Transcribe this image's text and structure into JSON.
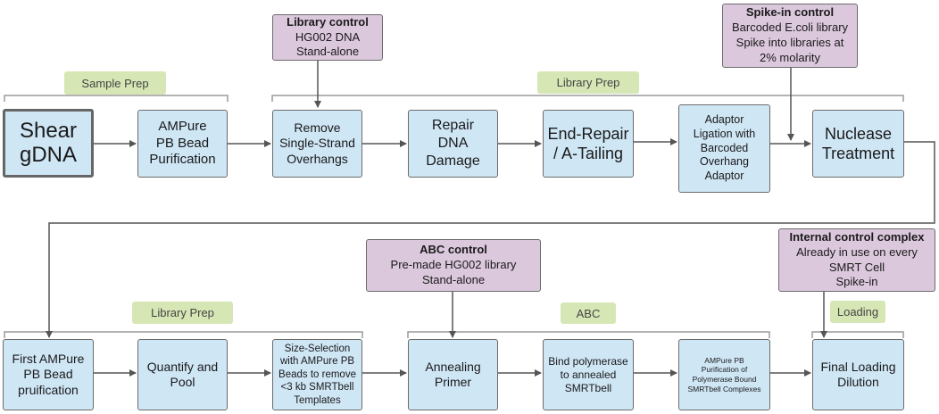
{
  "group_tags": {
    "sample_prep": "Sample Prep",
    "library_prep_top": "Library Prep",
    "library_prep_bottom": "Library Prep",
    "abc": "ABC",
    "loading": "Loading"
  },
  "controls": {
    "library_control": {
      "title": "Library control",
      "lines": [
        "HG002 DNA",
        "Stand-alone"
      ]
    },
    "spike_in_control": {
      "title": "Spike-in control",
      "lines": [
        "Barcoded E.coli library",
        "Spike into libraries at",
        "2% molarity"
      ]
    },
    "abc_control": {
      "title": "ABC control",
      "lines": [
        "Pre-made HG002 library",
        "Stand-alone"
      ]
    },
    "internal_control": {
      "title": "Internal control complex",
      "lines": [
        "Already in use on every",
        "SMRT Cell",
        "Spike-in"
      ]
    }
  },
  "steps_top": [
    {
      "lines": [
        "Shear",
        "gDNA"
      ]
    },
    {
      "lines": [
        "AMPure",
        "PB Bead",
        "Purification"
      ]
    },
    {
      "lines": [
        "Remove",
        "Single-Strand",
        "Overhangs"
      ]
    },
    {
      "lines": [
        "Repair",
        "DNA",
        "Damage"
      ]
    },
    {
      "lines": [
        "End-Repair",
        "/ A-Tailing"
      ]
    },
    {
      "lines": [
        "Adaptor",
        "Ligation with",
        "Barcoded",
        "Overhang",
        "Adaptor"
      ]
    },
    {
      "lines": [
        "Nuclease",
        "Treatment"
      ]
    }
  ],
  "steps_bottom": [
    {
      "lines": [
        "First AMPure",
        "PB Bead",
        "pruification"
      ]
    },
    {
      "lines": [
        "Quantify and",
        "Pool"
      ]
    },
    {
      "lines": [
        "Size-Selection",
        "with AMPure PB",
        "Beads to remove",
        "<3 kb SMRTbell",
        "Templates"
      ]
    },
    {
      "lines": [
        "Annealing",
        "Primer"
      ]
    },
    {
      "lines": [
        "Bind polymerase",
        "to annealed",
        "SMRTbell"
      ]
    },
    {
      "lines": [
        "AMPure PB",
        "Purification of",
        "Polymerase Bound",
        "SMRTbell Complexes"
      ]
    },
    {
      "lines": [
        "Final Loading",
        "Dilution"
      ]
    }
  ],
  "colors": {
    "step_fill": "#cfe6f5",
    "control_fill": "#dcc8dd",
    "tag_fill": "#d7e6b5",
    "line": "#666666"
  }
}
